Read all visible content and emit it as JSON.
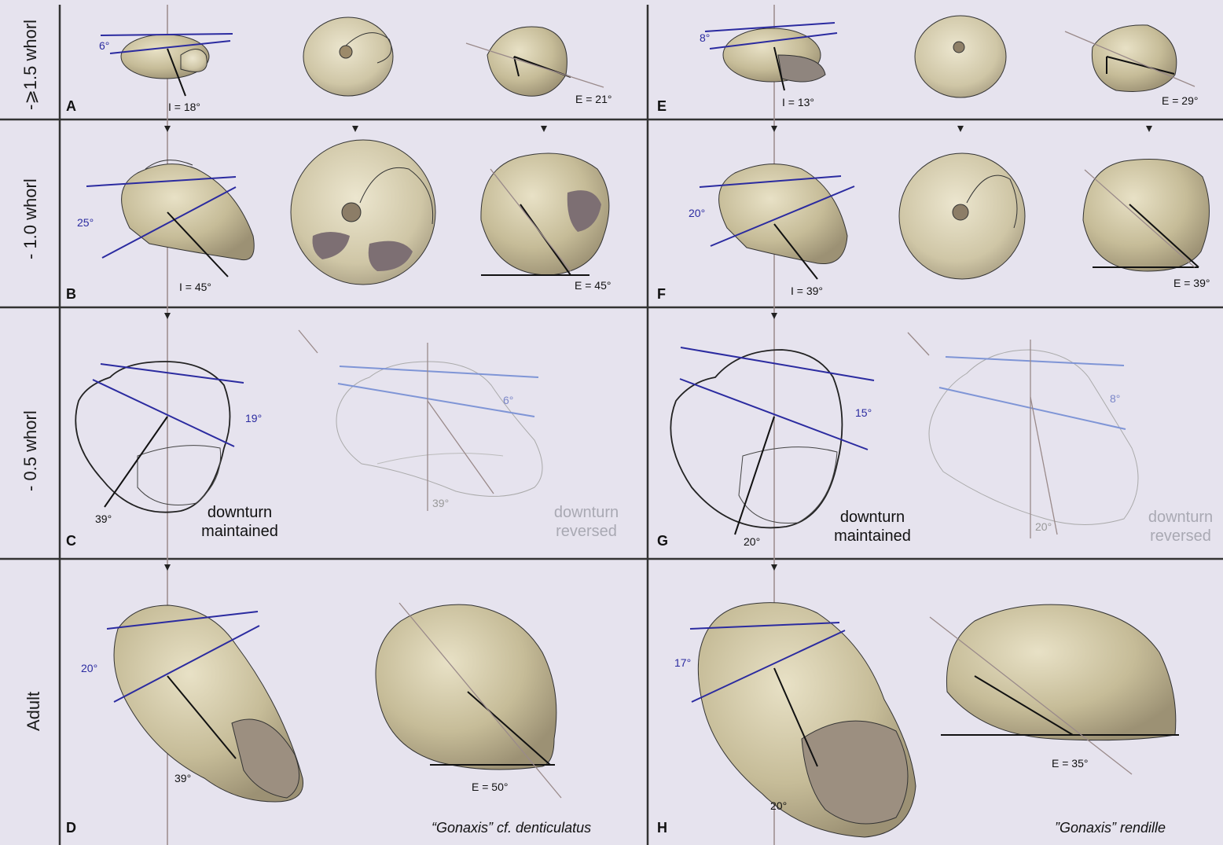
{
  "rows": {
    "r1": "-⩾1.5 whorl",
    "r2": "- 1.0 whorl",
    "r3": "- 0.5 whorl",
    "r4": "Adult"
  },
  "panels": {
    "A": "A",
    "B": "B",
    "C": "C",
    "D": "D",
    "E": "E",
    "F": "F",
    "G": "G",
    "H": "H"
  },
  "angles": {
    "A_blue": "6°",
    "A_I": "I = 18°",
    "A_E": "E = 21°",
    "B_blue": "25°",
    "B_I": "I = 45°",
    "B_E": "E = 45°",
    "C_blue": "19°",
    "C_down": "39°",
    "C_rev_blue": "6°",
    "C_rev_down": "39°",
    "D_blue": "20°",
    "D_down": "39°",
    "D_E": "E = 50°",
    "E_blue": "8°",
    "E_I": "I = 13°",
    "E_E": "E = 29°",
    "F_blue": "20°",
    "F_I": "I = 39°",
    "F_E": "E = 39°",
    "G_blue": "15°",
    "G_down": "20°",
    "G_rev_blue": "8°",
    "G_rev_down": "20°",
    "H_blue": "17°",
    "H_down": "20°",
    "H_E": "E = 35°"
  },
  "notes": {
    "maintained_1": "downturn",
    "maintained_2": "maintained",
    "reversed_1": "downturn",
    "reversed_2": "reversed"
  },
  "species": {
    "left": "“Gonaxis” cf. denticulatus",
    "right": "”Gonaxis” rendille"
  },
  "colors": {
    "background": "#e6e3ee",
    "shell": "#c9c0a0",
    "shell_dark": "#a89d80",
    "blue_line": "#2b2ba0",
    "light_blue_line": "#7f95d6",
    "divider": "#333333"
  }
}
